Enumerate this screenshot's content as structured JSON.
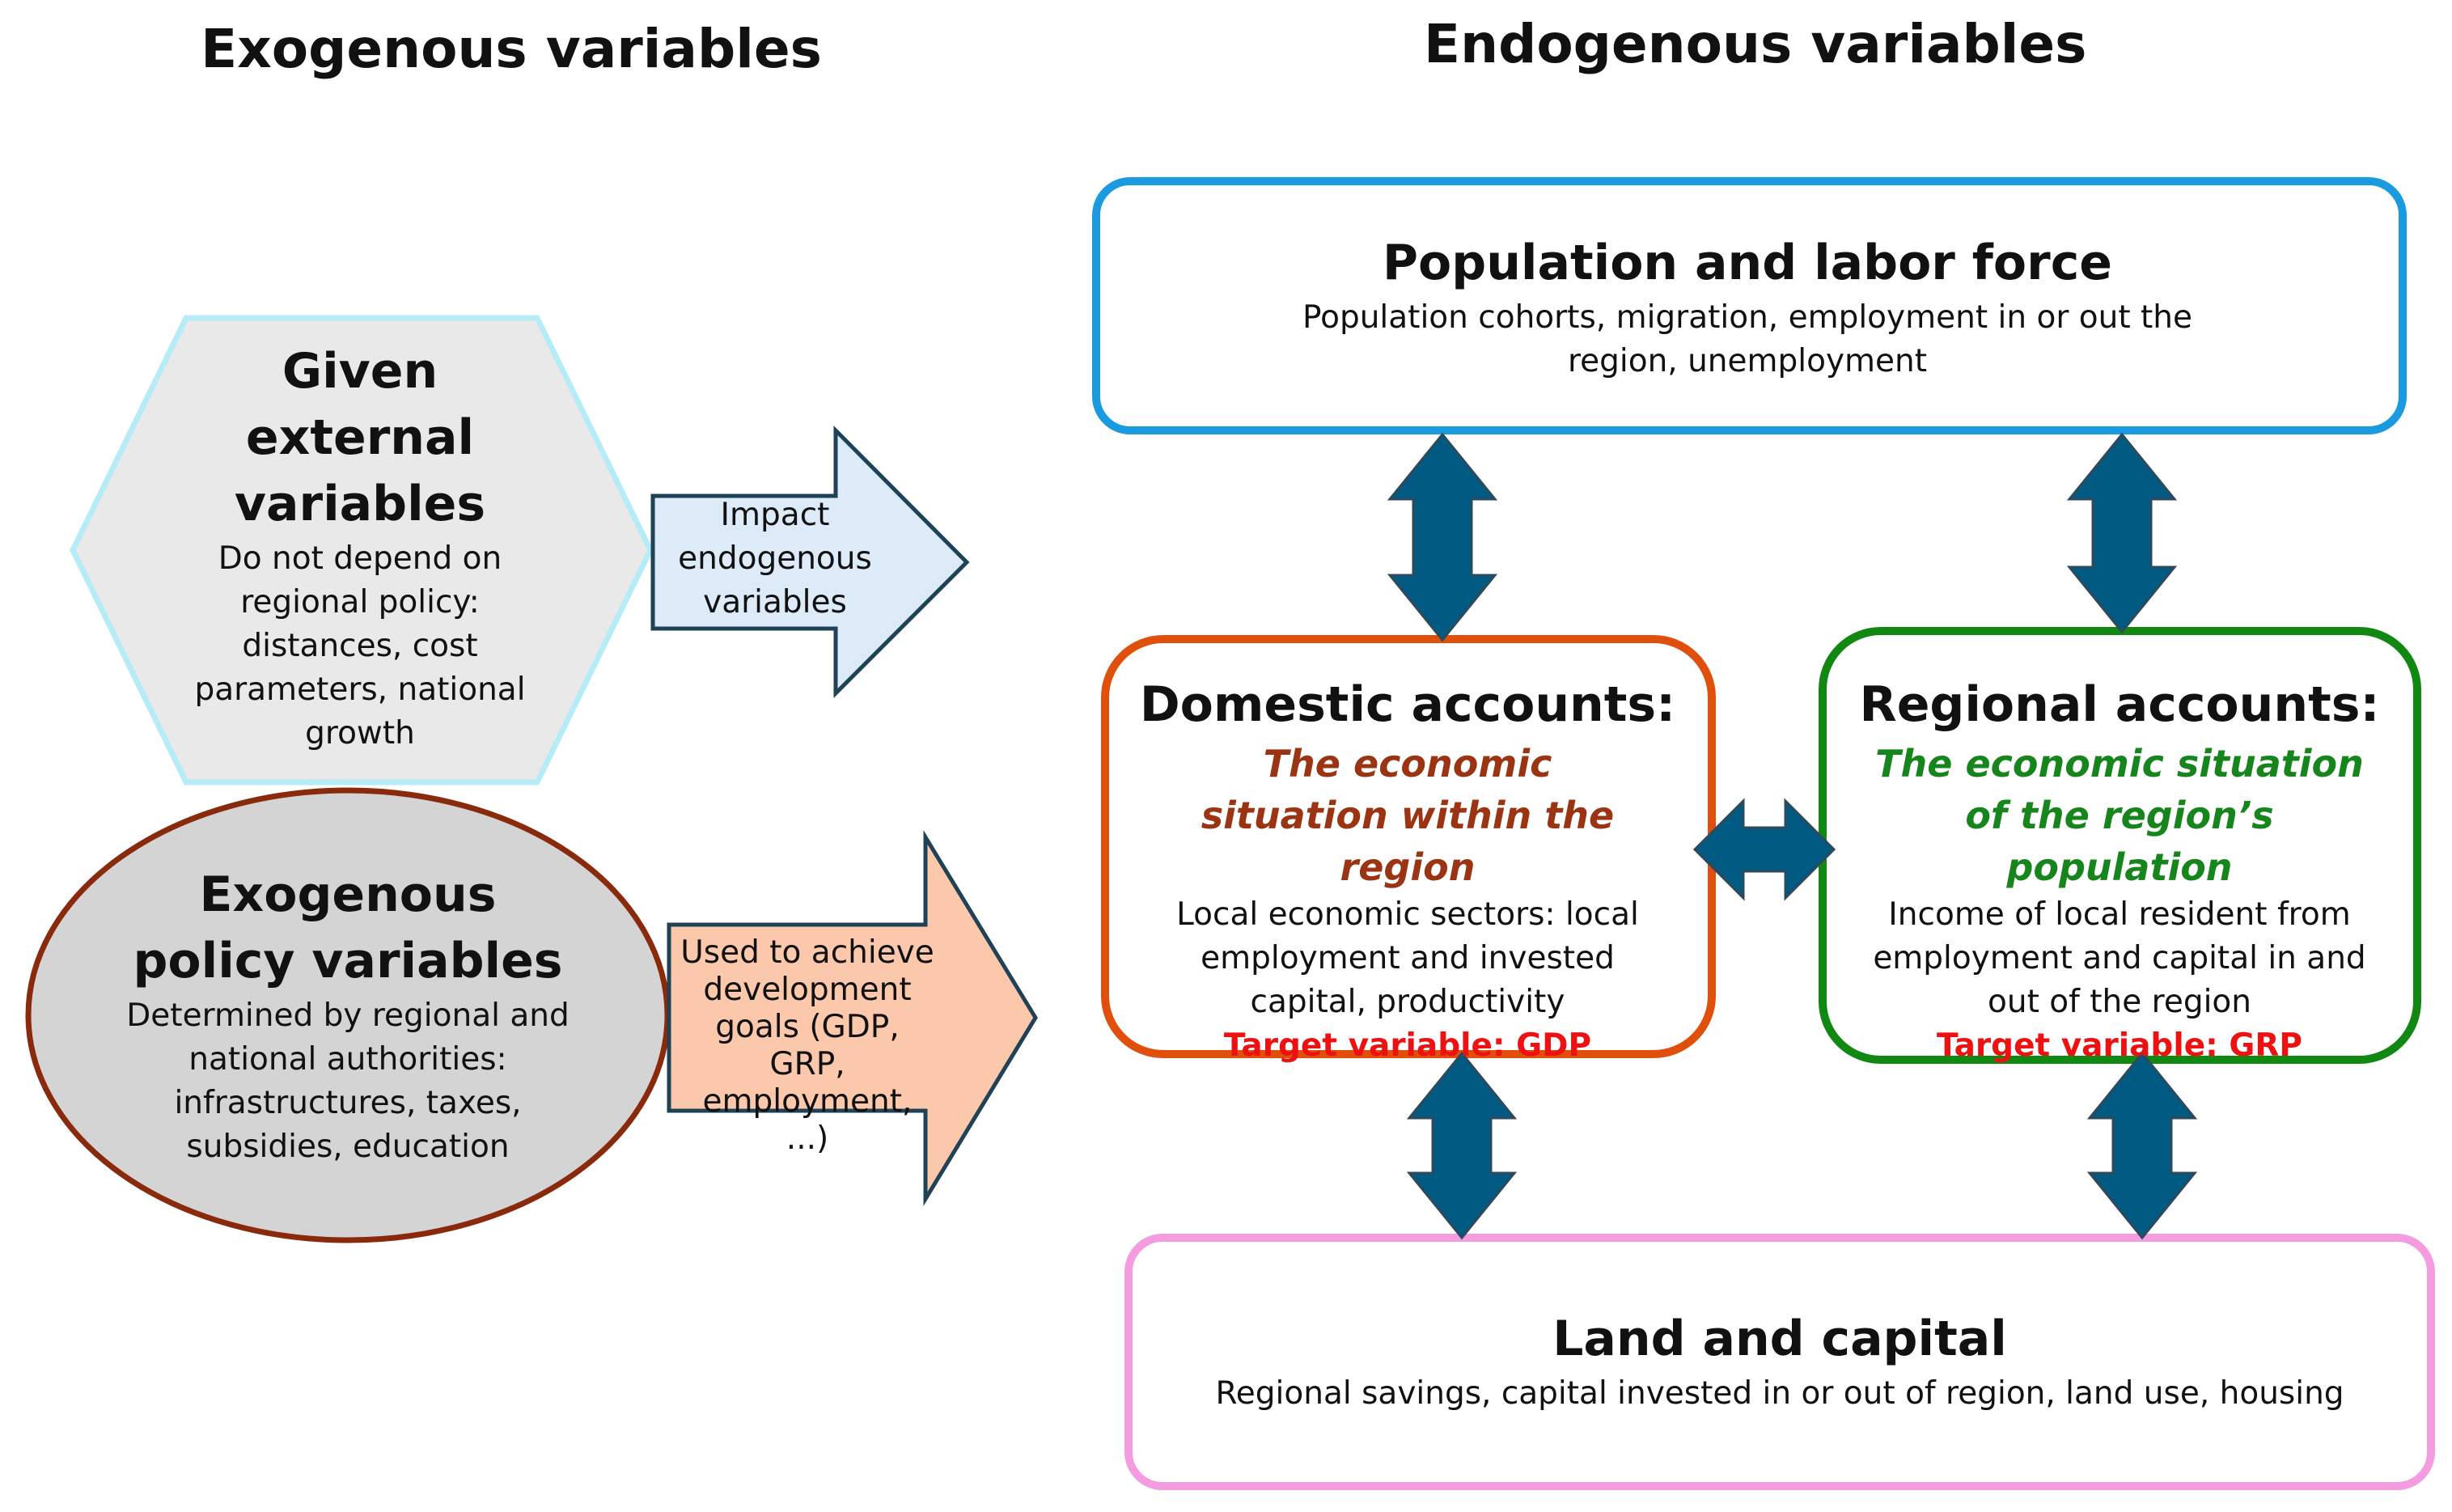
{
  "headings": {
    "exogenous": "Exogenous variables",
    "endogenous": "Endogenous variables"
  },
  "given_external": {
    "title": "Given external variables",
    "body": "Do not depend on regional policy: distances, cost parameters, national growth"
  },
  "impact_arrow": {
    "label": "Impact endogenous variables"
  },
  "exogenous_policy": {
    "title": "Exogenous policy variables",
    "body": "Determined by regional and national authorities: infrastructures, taxes, subsidies, education"
  },
  "used_arrow": {
    "label": "Used to achieve development goals (GDP, GRP, employment, ...)"
  },
  "population": {
    "title": "Population and labor force",
    "body": "Population cohorts, migration, employment in or out the region, unemployment"
  },
  "domestic": {
    "title": "Domestic accounts:",
    "subtitle": "The economic situation within the region",
    "body": "Local economic sectors: local employment and invested capital, productivity",
    "target": "Target variable: GDP"
  },
  "regional": {
    "title": "Regional accounts:",
    "subtitle": "The economic situation of the region’s population",
    "body": "Income of local resident from employment and capital in and out of the region",
    "target": "Target variable: GRP"
  },
  "land": {
    "title": "Land and capital",
    "body": "Regional savings, capital invested in or out of region, land use, housing"
  },
  "colors": {
    "population_border": "#1a9be0",
    "domestic_border": "#e0500c",
    "regional_border": "#118811",
    "land_border": "#f39ce0",
    "hexagon_fill": "#e9e9e9",
    "hexagon_border": "#b6ecf8",
    "ellipse_fill": "#d4d4d4",
    "ellipse_border": "#8a2a0c",
    "impact_arrow_fill": "#dcebf7",
    "used_arrow_fill": "#fbc8ac",
    "connector_fill": "#005a82",
    "domestic_subtitle": "#9a3412",
    "regional_subtitle": "#16861c",
    "target_text": "#ee1111"
  }
}
